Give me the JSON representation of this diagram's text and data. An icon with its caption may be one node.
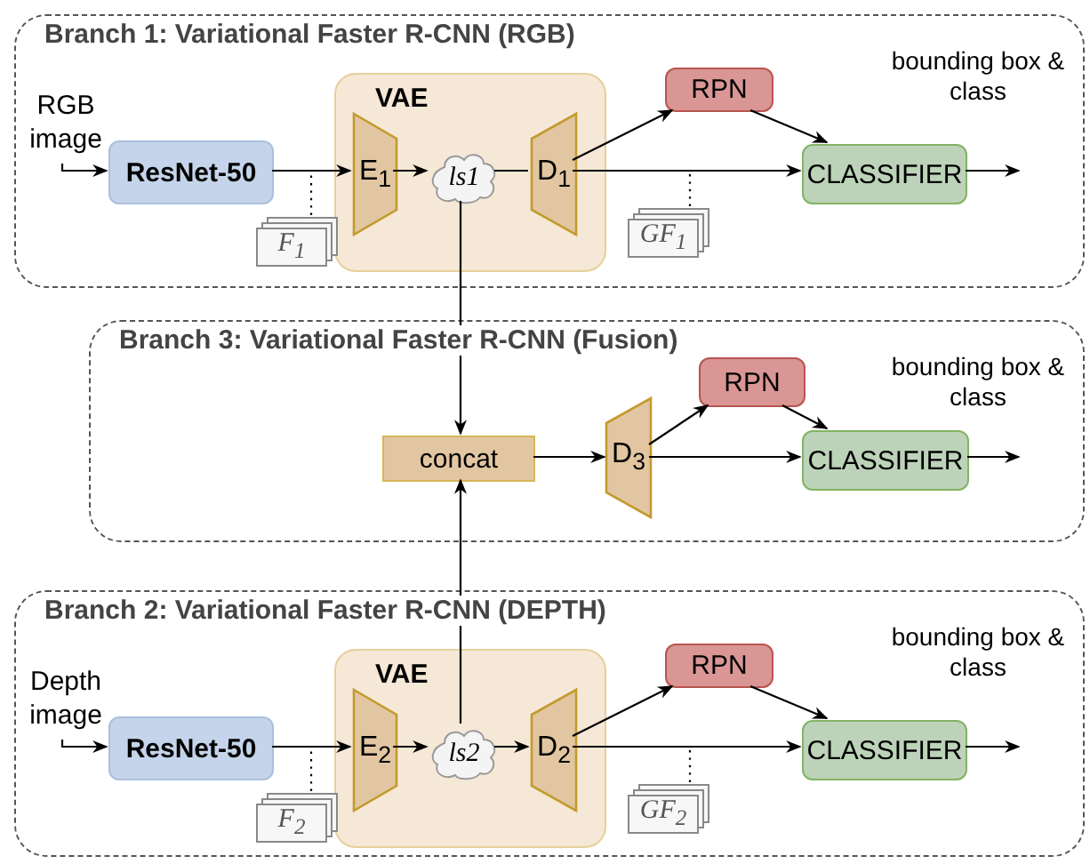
{
  "diagram": {
    "nodes": [
      {
        "text": [
          "Branch 1: Variational Faster R-CNN (RGB)"
        ]
      },
      {
        "text": [
          "RGB image"
        ],
        "in": 0
      },
      {
        "text": [
          "ResNet-50"
        ],
        "in": 0
      },
      {
        "text": [
          "VAE"
        ],
        "in": 0
      },
      {
        "text": [
          "E$_{1}$"
        ],
        "in": 3
      },
      {
        "text": [
          "ls1"
        ],
        "in": 3
      },
      {
        "text": [
          "D$_{1}$"
        ],
        "in": 3
      },
      {
        "text": [
          "F$_{1}$"
        ],
        "in": 0
      },
      {
        "text": [
          "RPN"
        ],
        "in": 0
      },
      {
        "text": [
          "GF$_{1}$"
        ],
        "in": 0
      },
      {
        "text": [
          "CLASSIFIER"
        ],
        "in": 0
      },
      {
        "text": [
          "Branch 3: Variational Faster R-CNN (Fusion)"
        ]
      },
      {
        "text": [
          "concat"
        ],
        "in": 11
      },
      {
        "text": [
          "D$_{3}$"
        ],
        "in": 11
      },
      {
        "text": [
          "RPN"
        ],
        "in": 11
      },
      {
        "text": [
          "CLASSIFIER"
        ],
        "in": 11
      },
      {
        "text": [
          "Branch 2: Variational Faster R-CNN (DEPTH)"
        ]
      },
      {
        "text": [
          "Depth image"
        ],
        "in": 16
      },
      {
        "text": [
          "ResNet-50"
        ],
        "in": 16
      },
      {
        "text": [
          "VAE"
        ],
        "in": 16
      },
      {
        "text": [
          "E$_{2}$"
        ],
        "in": 19
      },
      {
        "text": [
          "ls2"
        ],
        "in": 19
      },
      {
        "text": [
          "D$_{2}$"
        ],
        "in": 19
      },
      {
        "text": [
          "F$_{2}$"
        ],
        "in": 16
      },
      {
        "text": [
          "RPN"
        ],
        "in": 16
      },
      {
        "text": [
          "GF$_{2}$"
        ],
        "in": 16
      },
      {
        "text": [
          "CLASSIFIER"
        ],
        "in": 16
      }
    ],
    "edges": [
      {
        "from": 1,
        "to": 2,
        "arrow": "to"
      },
      {
        "from": 2,
        "to": 4,
        "arrow": "to"
      },
      {
        "from": 4,
        "to": 5,
        "arrow": "to"
      },
      {
        "from": 5,
        "to": 6,
        "arrow": "none"
      },
      {
        "from": 6,
        "to": 8,
        "arrow": "to"
      },
      {
        "from": 6,
        "to": 10,
        "arrow": "to"
      },
      {
        "from": 8,
        "to": 10,
        "arrow": "to"
      },
      {
        "from": 10,
        "to": null,
        "arrow": "to"
      },
      {
        "from": 7,
        "to": null,
        "arrow": "none",
        "style": "dashed"
      },
      {
        "from": 9,
        "to": null,
        "arrow": "none",
        "style": "dashed"
      },
      {
        "from": 5,
        "to": 12,
        "arrow": "to"
      },
      {
        "from": 21,
        "to": 12,
        "arrow": "to"
      },
      {
        "from": 12,
        "to": 13,
        "arrow": "to"
      },
      {
        "from": 13,
        "to": 14,
        "arrow": "to"
      },
      {
        "from": 13,
        "to": 15,
        "arrow": "to"
      },
      {
        "from": 14,
        "to": 15,
        "arrow": "to"
      },
      {
        "from": 15,
        "to": null,
        "arrow": "to"
      },
      {
        "from": 17,
        "to": 18,
        "arrow": "to"
      },
      {
        "from": 18,
        "to": 20,
        "arrow": "to"
      },
      {
        "from": 20,
        "to": 21,
        "arrow": "to"
      },
      {
        "from": 21,
        "to": 22,
        "arrow": "to"
      },
      {
        "from": 22,
        "to": 24,
        "arrow": "to"
      },
      {
        "from": 22,
        "to": 26,
        "arrow": "to"
      },
      {
        "from": 24,
        "to": 26,
        "arrow": "to"
      },
      {
        "from": 26,
        "to": null,
        "arrow": "to"
      },
      {
        "from": 23,
        "to": null,
        "arrow": "none",
        "style": "dashed"
      },
      {
        "from": 25,
        "to": null,
        "arrow": "none",
        "style": "dashed"
      }
    ],
    "labels": [
      "bounding box & class",
      "bounding box & class",
      "bounding box & class"
    ]
  }
}
